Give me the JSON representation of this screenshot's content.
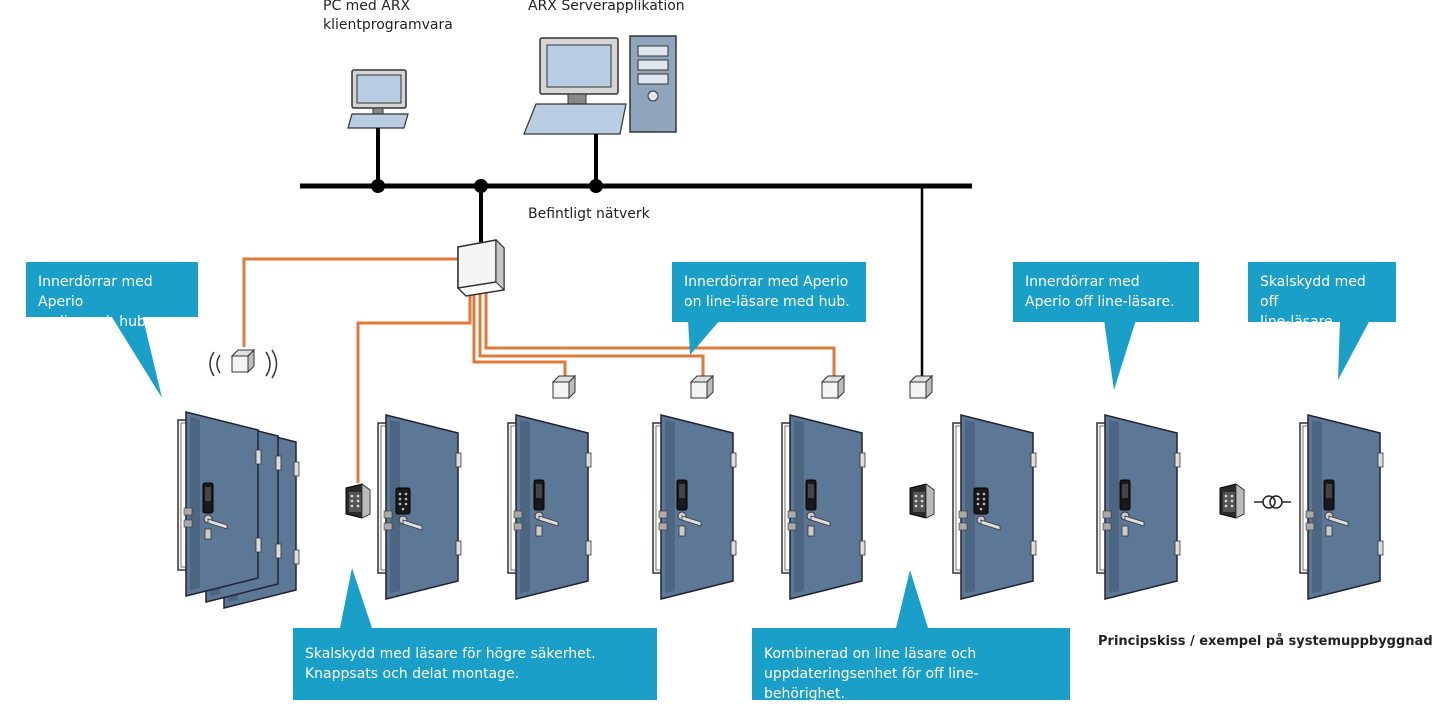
{
  "labels": {
    "pc_client": "PC med ARX\nklientprogramvara",
    "server": "ARX Serverapplikation",
    "network": "Befintligt nätverk",
    "caption": "Principskiss / exempel på systemuppbyggnad"
  },
  "callouts": {
    "aperio_online_hub": "Innerdörrar med Aperio\non line och hub.",
    "aperio_online_reader_hub": "Innerdörrar med Aperio\non line-läsare med hub.",
    "aperio_offline": "Innerdörrar med\nAperio off line-läsare.",
    "perimeter_offline": "Skalskydd med off\nline-läsare",
    "perimeter_high_security": "Skalskydd med läsare för högre säkerhet.\nKnappsats och delat montage.",
    "combined_reader": "Kombinerad on line läsare och\nuppdateringsenhet för off line-behörighet."
  },
  "colors": {
    "callout": "#1a9fc9",
    "cable": "#e07a3a",
    "door": "#5d7896",
    "network": "#000000"
  }
}
